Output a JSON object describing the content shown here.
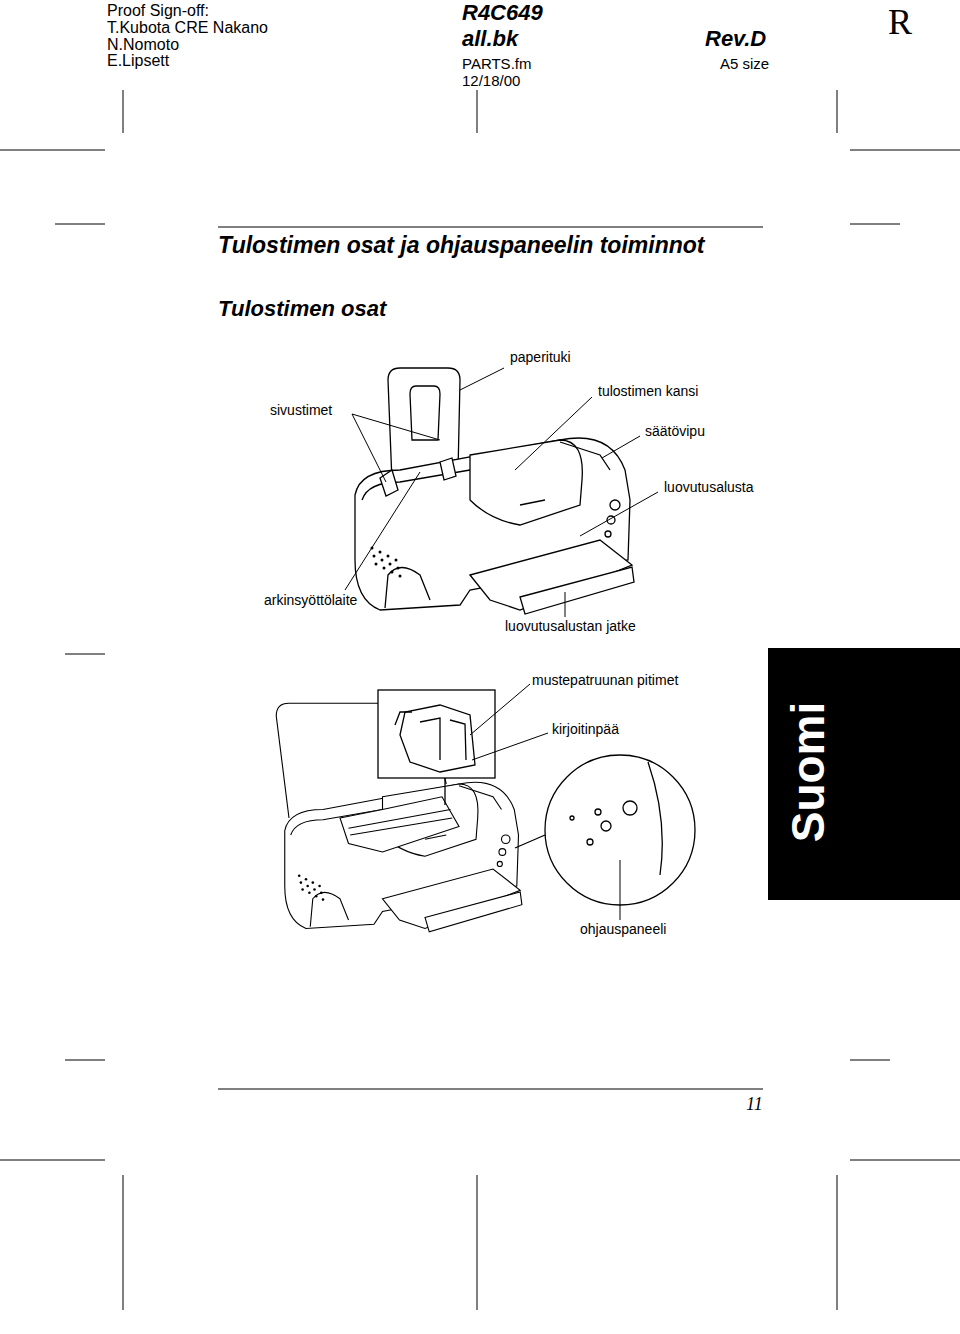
{
  "diagram": {
    "title": "Tulostimen osat ja ohjauspaneelin toiminnot",
    "nodes": [
      {
        "text": [
          "Suomi"
        ]
      }
    ],
    "labels": [
      "Proof Sign-off:",
      "T.Kubota CRE Nakano",
      "N.Nomoto",
      "E.Lipsett",
      "R4C649",
      "all.bk",
      "Rev.D",
      "PARTS.fm",
      "A5 size",
      "12/18/00",
      "R",
      "Tulostimen osat",
      "paperituki",
      "sivustimet",
      "tulostimen kansi",
      "säätövipu",
      "luovutusalusta",
      "arkinsyöttölaite",
      "luovutusalustan jatke",
      "mustepatruunan pitimet",
      "kirjoitinpää",
      "ohjauspaneeli",
      "11"
    ]
  }
}
